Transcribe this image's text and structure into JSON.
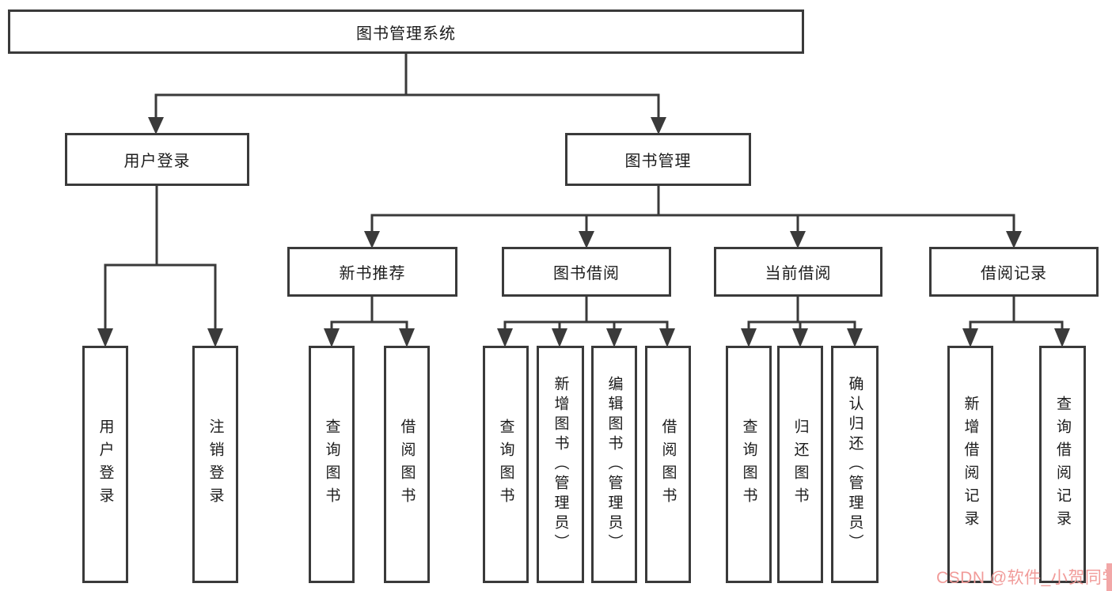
{
  "diagram": {
    "tree": {
      "label": "图书管理系统",
      "children": [
        {
          "label": "用户登录",
          "children": [
            {
              "label": "用户登录"
            },
            {
              "label": "注销登录"
            }
          ]
        },
        {
          "label": "图书管理",
          "children": [
            {
              "label": "新书推荐",
              "children": [
                {
                  "label": "查询图书"
                },
                {
                  "label": "借阅图书"
                }
              ]
            },
            {
              "label": "图书借阅",
              "children": [
                {
                  "label": "查询图书"
                },
                {
                  "label": "新增图书（管理员）"
                },
                {
                  "label": "编辑图书（管理员）"
                },
                {
                  "label": "借阅图书"
                }
              ]
            },
            {
              "label": "当前借阅",
              "children": [
                {
                  "label": "查询图书"
                },
                {
                  "label": "归还图书"
                },
                {
                  "label": "确认归还（管理员）"
                }
              ]
            },
            {
              "label": "借阅记录",
              "children": [
                {
                  "label": "新增借阅记录"
                },
                {
                  "label": "查询借阅记录"
                }
              ]
            }
          ]
        }
      ]
    },
    "watermark": {
      "text": "CSDN @软件_小贺同学",
      "color": "#f19b99"
    },
    "colors": {
      "line": "#3a3a3a",
      "text": "#1c1c1c",
      "background": "#ffffff"
    }
  }
}
